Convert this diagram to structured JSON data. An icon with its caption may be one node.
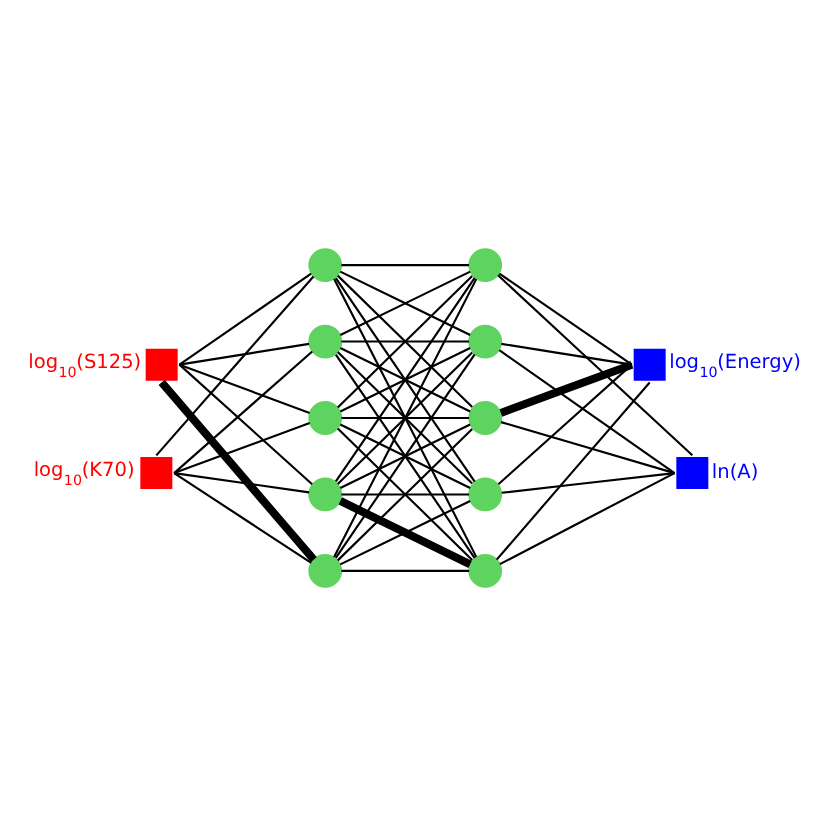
{
  "diagram": {
    "nodes": [
      {
        "text": [],
        "shape": "box",
        "beside": [
          "log$_{10}$(S125)"
        ]
      },
      {
        "text": [],
        "shape": "box",
        "beside": [
          "log$_{10}$(K70)"
        ]
      },
      {
        "text": [],
        "shape": "circle"
      },
      {
        "text": [],
        "shape": "circle"
      },
      {
        "text": [],
        "shape": "circle"
      },
      {
        "text": [],
        "shape": "circle"
      },
      {
        "text": [],
        "shape": "circle"
      },
      {
        "text": [],
        "shape": "circle"
      },
      {
        "text": [],
        "shape": "circle"
      },
      {
        "text": [],
        "shape": "circle"
      },
      {
        "text": [],
        "shape": "circle"
      },
      {
        "text": [],
        "shape": "circle"
      },
      {
        "text": [],
        "shape": "box",
        "beside": [
          "log$_{10}$(Energy)"
        ]
      },
      {
        "text": [],
        "shape": "box",
        "beside": [
          "ln(A)"
        ]
      }
    ],
    "edges": [
      {
        "from": 0,
        "to": 2,
        "arrow": "none"
      },
      {
        "from": 0,
        "to": 3,
        "arrow": "none"
      },
      {
        "from": 0,
        "to": 4,
        "arrow": "none"
      },
      {
        "from": 0,
        "to": 5,
        "arrow": "none"
      },
      {
        "from": 0,
        "to": 6,
        "arrow": "none",
        "style": "thick"
      },
      {
        "from": 1,
        "to": 2,
        "arrow": "none"
      },
      {
        "from": 1,
        "to": 3,
        "arrow": "none"
      },
      {
        "from": 1,
        "to": 4,
        "arrow": "none"
      },
      {
        "from": 1,
        "to": 5,
        "arrow": "none"
      },
      {
        "from": 1,
        "to": 6,
        "arrow": "none"
      },
      {
        "from": 2,
        "to": 7,
        "arrow": "none"
      },
      {
        "from": 2,
        "to": 8,
        "arrow": "none"
      },
      {
        "from": 2,
        "to": 9,
        "arrow": "none"
      },
      {
        "from": 2,
        "to": 10,
        "arrow": "none"
      },
      {
        "from": 2,
        "to": 11,
        "arrow": "none"
      },
      {
        "from": 3,
        "to": 7,
        "arrow": "none"
      },
      {
        "from": 3,
        "to": 8,
        "arrow": "none"
      },
      {
        "from": 3,
        "to": 9,
        "arrow": "none"
      },
      {
        "from": 3,
        "to": 10,
        "arrow": "none"
      },
      {
        "from": 3,
        "to": 11,
        "arrow": "none"
      },
      {
        "from": 4,
        "to": 7,
        "arrow": "none"
      },
      {
        "from": 4,
        "to": 8,
        "arrow": "none"
      },
      {
        "from": 4,
        "to": 9,
        "arrow": "none"
      },
      {
        "from": 4,
        "to": 10,
        "arrow": "none"
      },
      {
        "from": 4,
        "to": 11,
        "arrow": "none"
      },
      {
        "from": 5,
        "to": 7,
        "arrow": "none"
      },
      {
        "from": 5,
        "to": 8,
        "arrow": "none"
      },
      {
        "from": 5,
        "to": 9,
        "arrow": "none"
      },
      {
        "from": 5,
        "to": 10,
        "arrow": "none"
      },
      {
        "from": 5,
        "to": 11,
        "arrow": "none",
        "style": "thick"
      },
      {
        "from": 6,
        "to": 7,
        "arrow": "none"
      },
      {
        "from": 6,
        "to": 8,
        "arrow": "none"
      },
      {
        "from": 6,
        "to": 9,
        "arrow": "none"
      },
      {
        "from": 6,
        "to": 10,
        "arrow": "none"
      },
      {
        "from": 6,
        "to": 11,
        "arrow": "none"
      },
      {
        "from": 7,
        "to": 12,
        "arrow": "none"
      },
      {
        "from": 7,
        "to": 13,
        "arrow": "none"
      },
      {
        "from": 8,
        "to": 12,
        "arrow": "none"
      },
      {
        "from": 8,
        "to": 13,
        "arrow": "none"
      },
      {
        "from": 9,
        "to": 12,
        "arrow": "none",
        "style": "thick"
      },
      {
        "from": 9,
        "to": 13,
        "arrow": "none"
      },
      {
        "from": 10,
        "to": 12,
        "arrow": "none"
      },
      {
        "from": 10,
        "to": 13,
        "arrow": "none"
      },
      {
        "from": 11,
        "to": 12,
        "arrow": "none"
      },
      {
        "from": 11,
        "to": 13,
        "arrow": "none"
      }
    ]
  }
}
